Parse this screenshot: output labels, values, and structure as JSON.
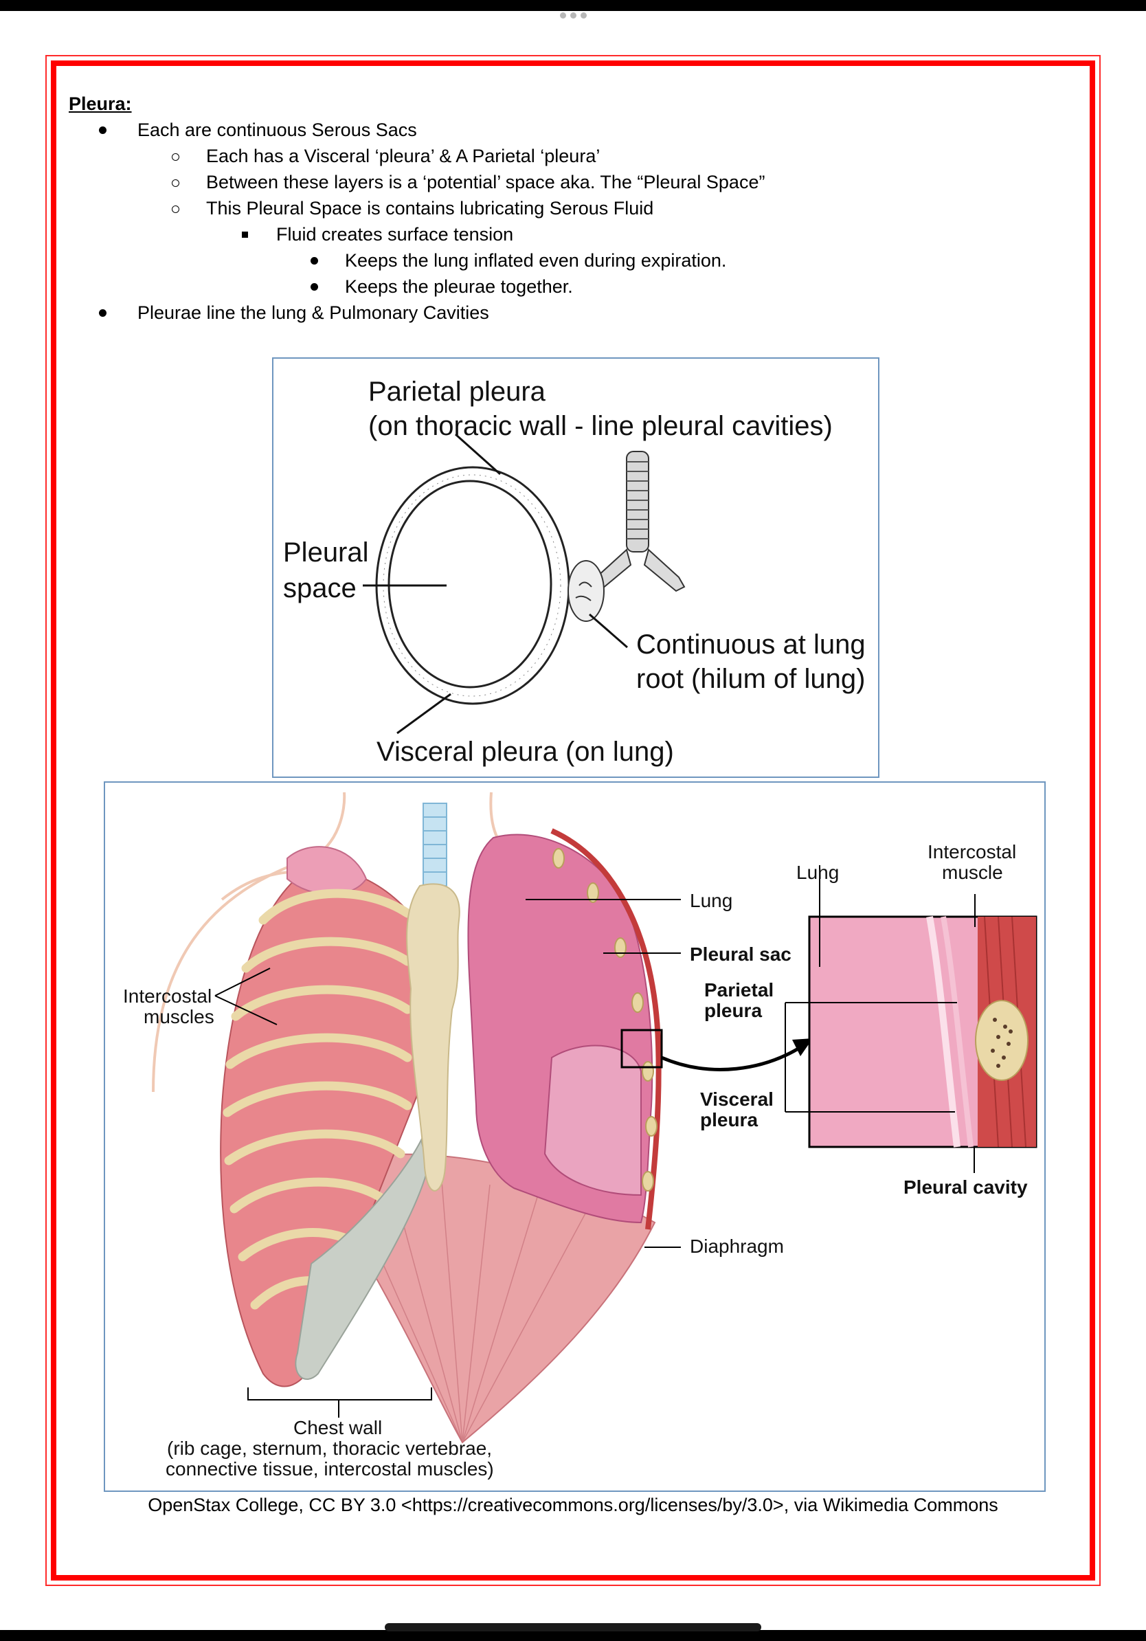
{
  "notes": {
    "title": "Pleura:",
    "items": [
      {
        "level": 1,
        "marker": "disc",
        "text": "Each are continuous Serous Sacs"
      },
      {
        "level": 2,
        "marker": "circle",
        "text": "Each has a Visceral ‘pleura’ & A Parietal ‘pleura’"
      },
      {
        "level": 2,
        "marker": "circle",
        "text": "Between these layers is a ‘potential’ space aka. The “Pleural Space”"
      },
      {
        "level": 2,
        "marker": "circle",
        "text": "This Pleural Space is contains lubricating Serous Fluid"
      },
      {
        "level": 3,
        "marker": "square",
        "text": "Fluid creates surface tension"
      },
      {
        "level": 4,
        "marker": "disc",
        "text": "Keeps the lung inflated even during expiration."
      },
      {
        "level": 4,
        "marker": "disc",
        "text": "Keeps the pleurae together."
      },
      {
        "level": 1,
        "marker": "disc",
        "text": "Pleurae line the lung & Pulmonary Cavities"
      }
    ]
  },
  "figure1": {
    "parietal_line1": "Parietal pleura",
    "parietal_line2": "(on thoracic wall - line pleural cavities)",
    "pleural_space_line1": "Pleural",
    "pleural_space_line2": "space",
    "continuous_line1": "Continuous at lung",
    "continuous_line2": "root (hilum of lung)",
    "visceral": "Visceral pleura (on lung)"
  },
  "figure2": {
    "intercostal_muscles_line1": "Intercostal",
    "intercostal_muscles_line2": "muscles",
    "lung": "Lung",
    "pleural_sac": "Pleural sac",
    "parietal_line1": "Parietal",
    "parietal_line2": "pleura",
    "visceral_line1": "Visceral",
    "visceral_line2": "pleura",
    "diaphragm": "Diaphragm",
    "inset_lung": "Lung",
    "inset_intercostal_line1": "Intercostal",
    "inset_intercostal_line2": "muscle",
    "pleural_cavity": "Pleural cavity",
    "chest_wall_line1": "Chest wall",
    "chest_wall_line2": "(rib cage, sternum, thoracic vertebrae,",
    "chest_wall_line3": "connective tissue, intercostal muscles)"
  },
  "credit": "OpenStax College, CC BY 3.0 <https://creativecommons.org/licenses/by/3.0>, via Wikimedia Commons",
  "colors": {
    "frame_red": "#ff0000",
    "figure_border": "#6e96bf",
    "muscle": "#e8868c",
    "lung": "#e07aa2",
    "bone": "#e9dcb8"
  }
}
